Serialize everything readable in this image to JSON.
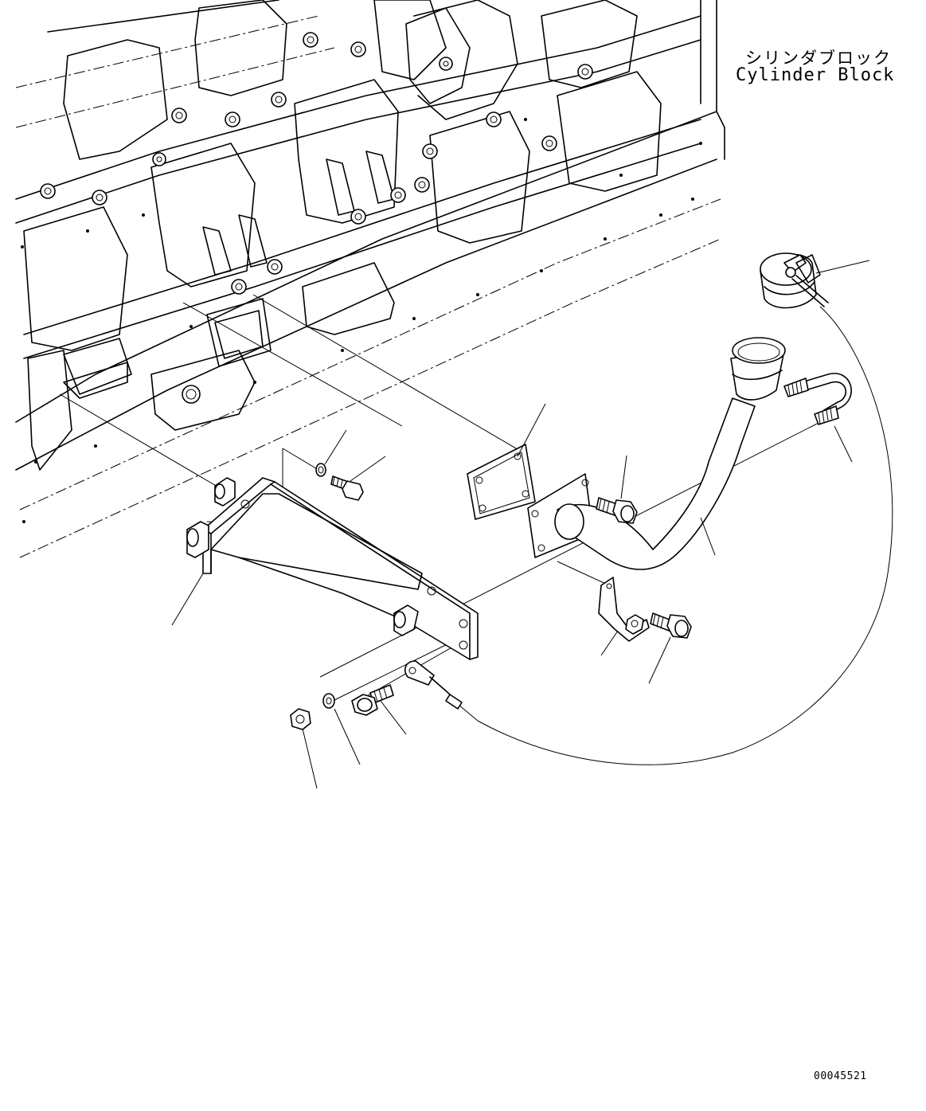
{
  "labels": {
    "cylinder_block_jp": "シリンダブロック",
    "cylinder_block_en": "Cylinder Block"
  },
  "drawing_number": "00045521"
}
